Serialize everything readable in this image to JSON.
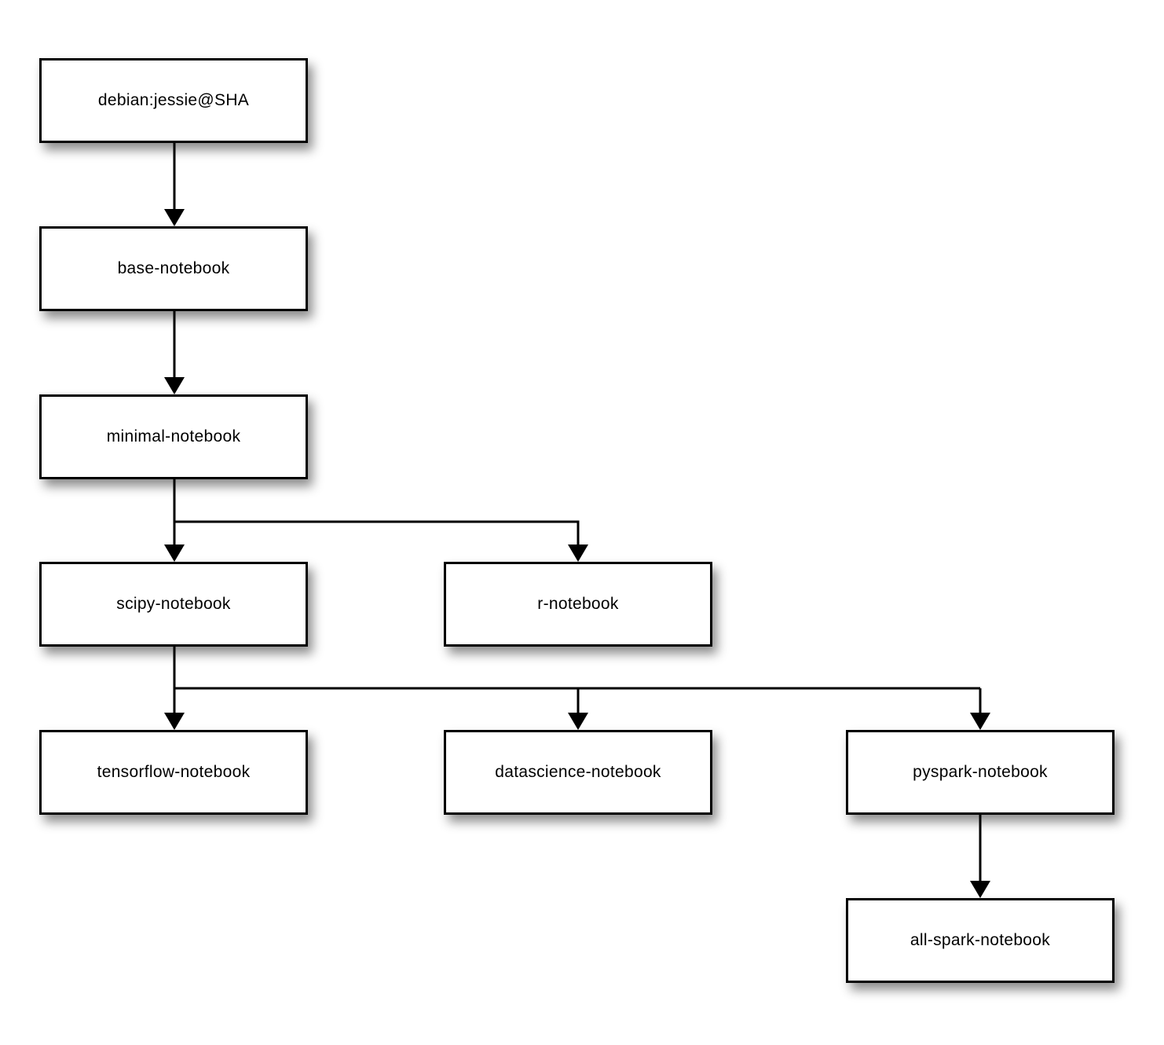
{
  "diagram": {
    "nodes": [
      {
        "id": "debian",
        "label": "debian:jessie@SHA"
      },
      {
        "id": "base",
        "label": "base-notebook"
      },
      {
        "id": "minimal",
        "label": "minimal-notebook"
      },
      {
        "id": "scipy",
        "label": "scipy-notebook"
      },
      {
        "id": "r",
        "label": "r-notebook"
      },
      {
        "id": "tensorflow",
        "label": "tensorflow-notebook"
      },
      {
        "id": "datascience",
        "label": "datascience-notebook"
      },
      {
        "id": "pyspark",
        "label": "pyspark-notebook"
      },
      {
        "id": "allspark",
        "label": "all-spark-notebook"
      }
    ],
    "edges": [
      {
        "from": "debian",
        "to": "base"
      },
      {
        "from": "base",
        "to": "minimal"
      },
      {
        "from": "minimal",
        "to": "scipy"
      },
      {
        "from": "minimal",
        "to": "r"
      },
      {
        "from": "scipy",
        "to": "tensorflow"
      },
      {
        "from": "scipy",
        "to": "datascience"
      },
      {
        "from": "scipy",
        "to": "pyspark"
      },
      {
        "from": "pyspark",
        "to": "allspark"
      }
    ],
    "colors": {
      "background": "#ffffff",
      "node_fill": "#ffffff",
      "node_border": "#000000",
      "connector": "#000000",
      "shadow": "rgba(0,0,0,0.45)"
    }
  }
}
